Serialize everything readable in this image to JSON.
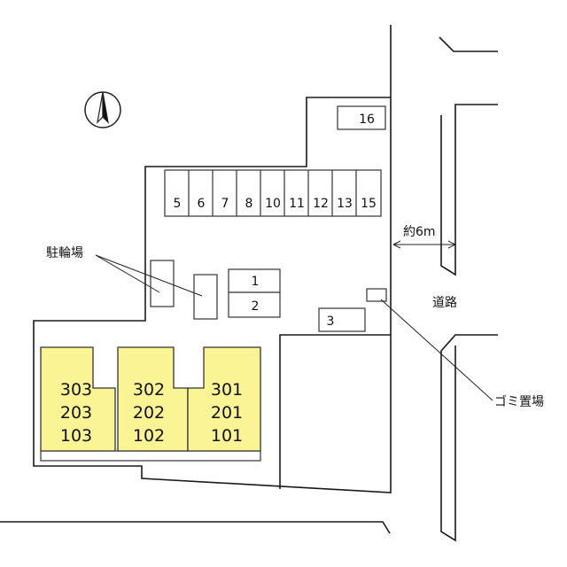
{
  "compass": {
    "icon": "north-arrow-icon"
  },
  "parking_spaces": [
    "5",
    "6",
    "7",
    "8",
    "10",
    "11",
    "12",
    "13",
    "15"
  ],
  "parking_extra": {
    "p16": "16",
    "p1": "1",
    "p2": "2",
    "p3": "3"
  },
  "labels": {
    "bicycle_parking": "駐輪場",
    "road": "道路",
    "road_width": "約6m",
    "garbage": "ゴミ置場"
  },
  "buildings": [
    {
      "top": "303",
      "mid": "203",
      "bot": "103"
    },
    {
      "top": "302",
      "mid": "202",
      "bot": "102"
    },
    {
      "top": "301",
      "mid": "201",
      "bot": "101"
    }
  ],
  "colors": {
    "building_fill": "#fbf494",
    "line": "#1a1a1a"
  }
}
